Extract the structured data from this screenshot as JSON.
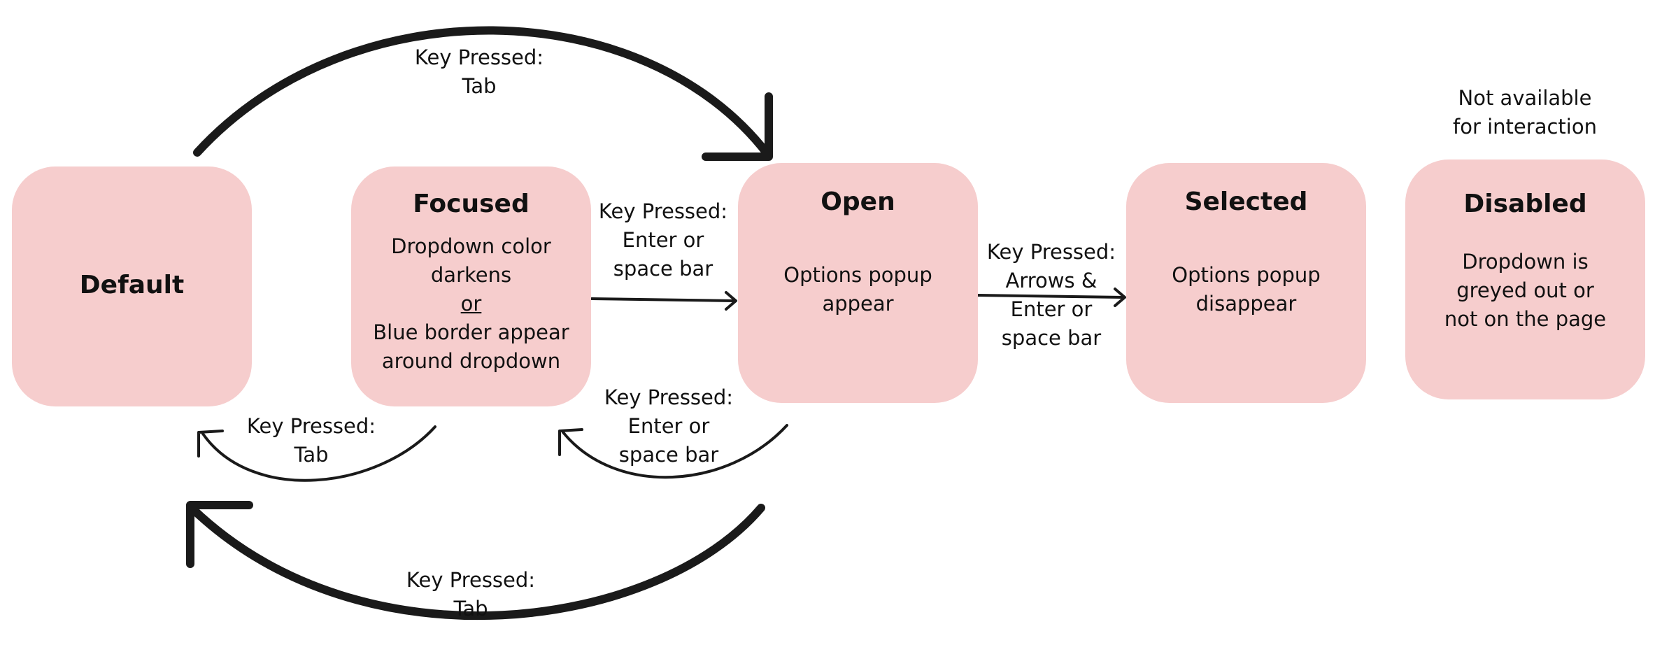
{
  "states": {
    "default": {
      "title": "Default"
    },
    "focused": {
      "title": "Focused",
      "lines": [
        "Dropdown color",
        "darkens",
        "or",
        "Blue border appear",
        "around dropdown"
      ]
    },
    "open": {
      "title": "Open",
      "lines": [
        "Options popup",
        "appear"
      ]
    },
    "selected": {
      "title": "Selected",
      "lines": [
        "Options popup",
        "disappear"
      ]
    },
    "disabled": {
      "title": "Disabled",
      "lines": [
        "Dropdown is",
        "greyed out or",
        "not on the page"
      ]
    }
  },
  "transitions": {
    "default_to_open": [
      "Key Pressed:",
      "Tab"
    ],
    "focused_to_open": [
      "Key Pressed:",
      "Enter or",
      "space bar"
    ],
    "open_to_selected": [
      "Key Pressed:",
      "Arrows &",
      "Enter or",
      "space bar"
    ],
    "focused_to_default": [
      "Key Pressed:",
      "Tab"
    ],
    "open_to_focused": [
      "Key Pressed:",
      "Enter or",
      "space bar"
    ],
    "open_to_default": [
      "Key Pressed:",
      "Tab"
    ]
  },
  "notes": {
    "disabled_note": [
      "Not available",
      "for interaction"
    ]
  },
  "colors": {
    "state_fill": "#f6cdcd",
    "stroke": "#1a1a1a"
  }
}
